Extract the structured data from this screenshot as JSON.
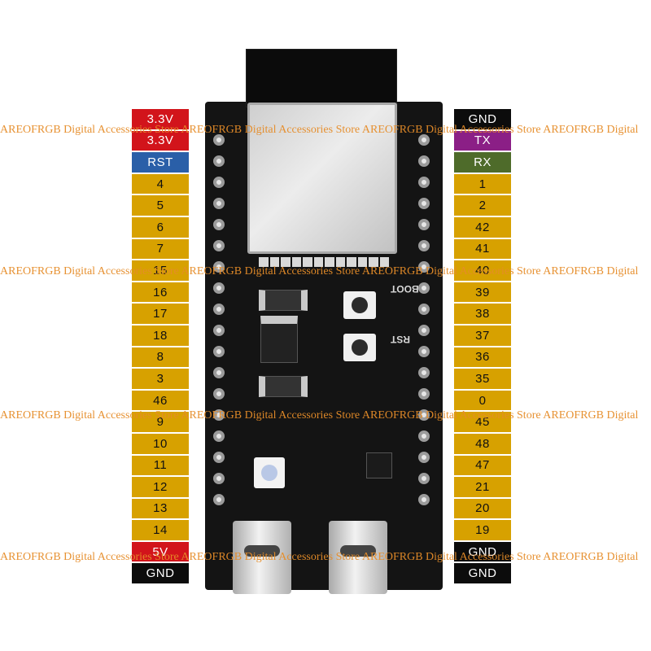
{
  "left_header": [
    "3.3V",
    "3.3V",
    "RST"
  ],
  "left_pins": [
    "4",
    "5",
    "6",
    "7",
    "15",
    "16",
    "17",
    "18",
    "8",
    "3",
    "46",
    "9",
    "10",
    "11",
    "12",
    "13",
    "14",
    "5V",
    "GND"
  ],
  "right_header": [
    "GND",
    "TX",
    "RX"
  ],
  "right_pins": [
    "1",
    "2",
    "42",
    "41",
    "40",
    "39",
    "38",
    "37",
    "36",
    "35",
    "0",
    "45",
    "48",
    "47",
    "21",
    "20",
    "19",
    "GND",
    "GND"
  ],
  "board": {
    "boot_label": "BOOT",
    "rst_label": "RST"
  },
  "watermark": "AREOFRGB Digital Accessories Store AREOFRGB Digital Accessories Store AREOFRGB Digital Accessories Store AREOFRGB Digital",
  "colors": {
    "gpio": "#d7a100",
    "power": "#d2141b",
    "gnd": "#0c0c0c",
    "rst": "#2a5fa8",
    "tx": "#8b1f86",
    "rx": "#4e6b2a",
    "watermark": "#e68c28"
  }
}
